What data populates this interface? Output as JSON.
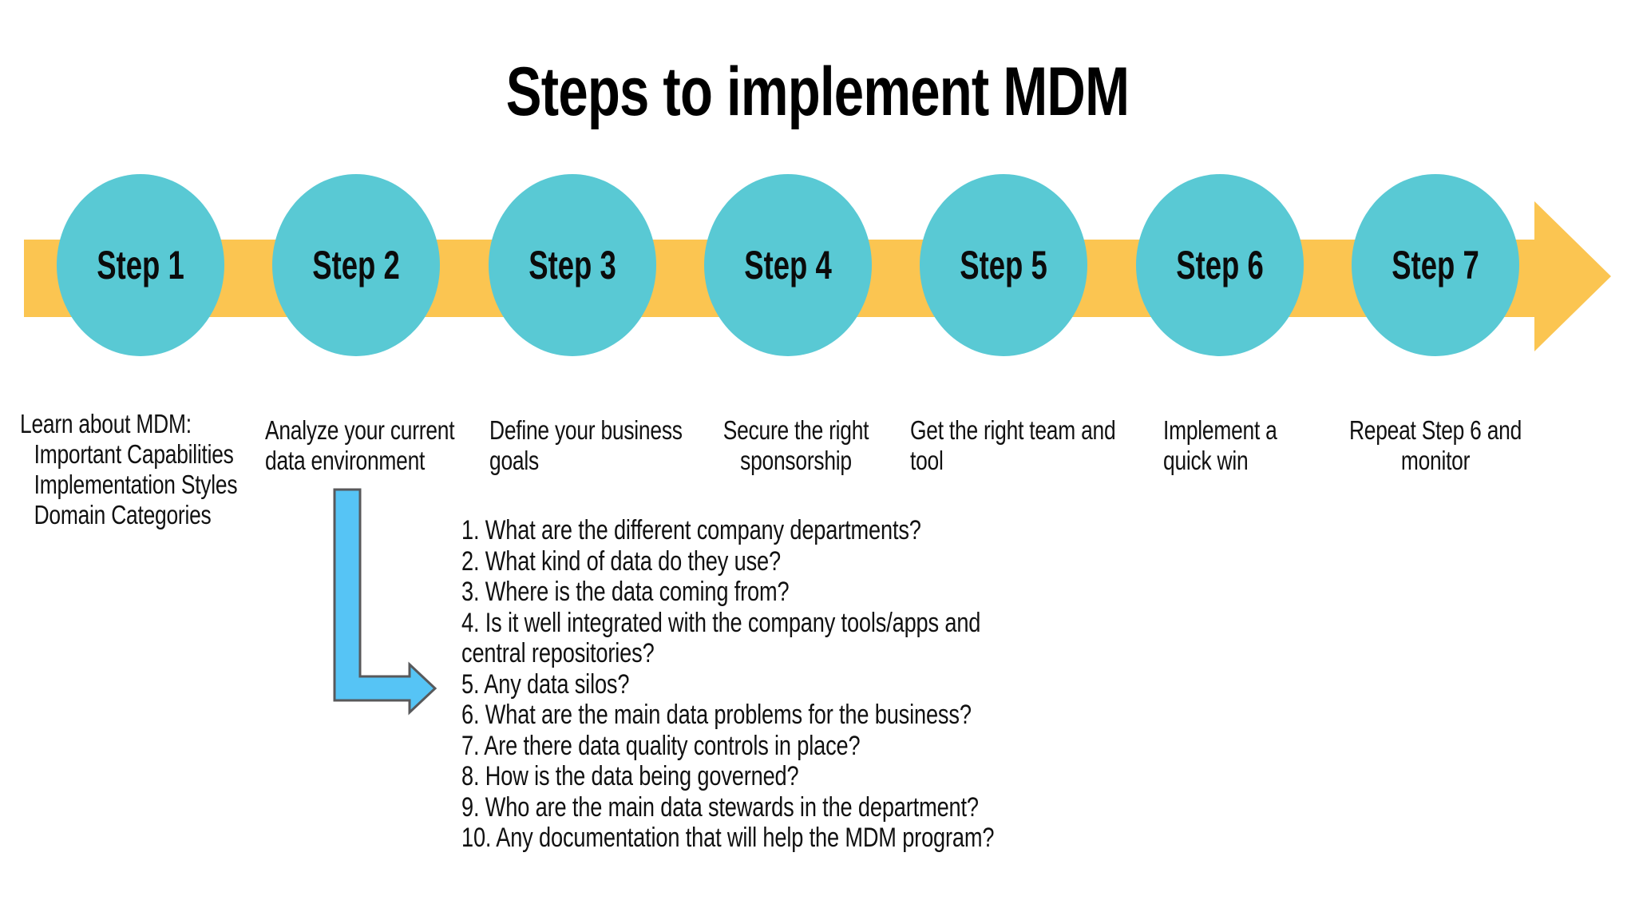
{
  "title": "Steps to implement MDM",
  "colors": {
    "circle_fill": "#59C9D4",
    "band_fill": "#FBC551",
    "elbow_arrow_fill": "#56C4F5",
    "elbow_arrow_stroke": "#58595B",
    "text": "#111111"
  },
  "steps": [
    {
      "label": "Step 1",
      "desc_heading": "Learn about MDM:",
      "sub_items": [
        "Important Capabilities",
        "Implementation Styles",
        "Domain Categories"
      ]
    },
    {
      "label": "Step 2",
      "desc_lines": [
        "Analyze your current",
        "data environment"
      ]
    },
    {
      "label": "Step 3",
      "desc_lines": [
        "Define your business",
        "goals"
      ]
    },
    {
      "label": "Step 4",
      "desc_lines": [
        "Secure the right",
        "sponsorship"
      ]
    },
    {
      "label": "Step 5",
      "desc_lines": [
        "Get the right team and",
        "tool"
      ]
    },
    {
      "label": "Step 6",
      "desc_lines": [
        "Implement a",
        "quick win"
      ]
    },
    {
      "label": "Step 7",
      "desc_lines": [
        "Repeat Step 6 and",
        "monitor"
      ]
    }
  ],
  "step2_questions": {
    "lines": [
      "1. What are the different company departments?",
      "2. What kind of data do they use?",
      "3. Where is the data coming from?",
      "4. Is it well integrated with the company tools/apps and",
      "central repositories?",
      "5. Any data silos?",
      "6. What are the main data problems for the business?",
      "7. Are there data quality controls in place?",
      "8. How is the data being governed?",
      "9. Who are the main data stewards in the department?",
      "10. Any documentation that will help the MDM program?"
    ]
  }
}
